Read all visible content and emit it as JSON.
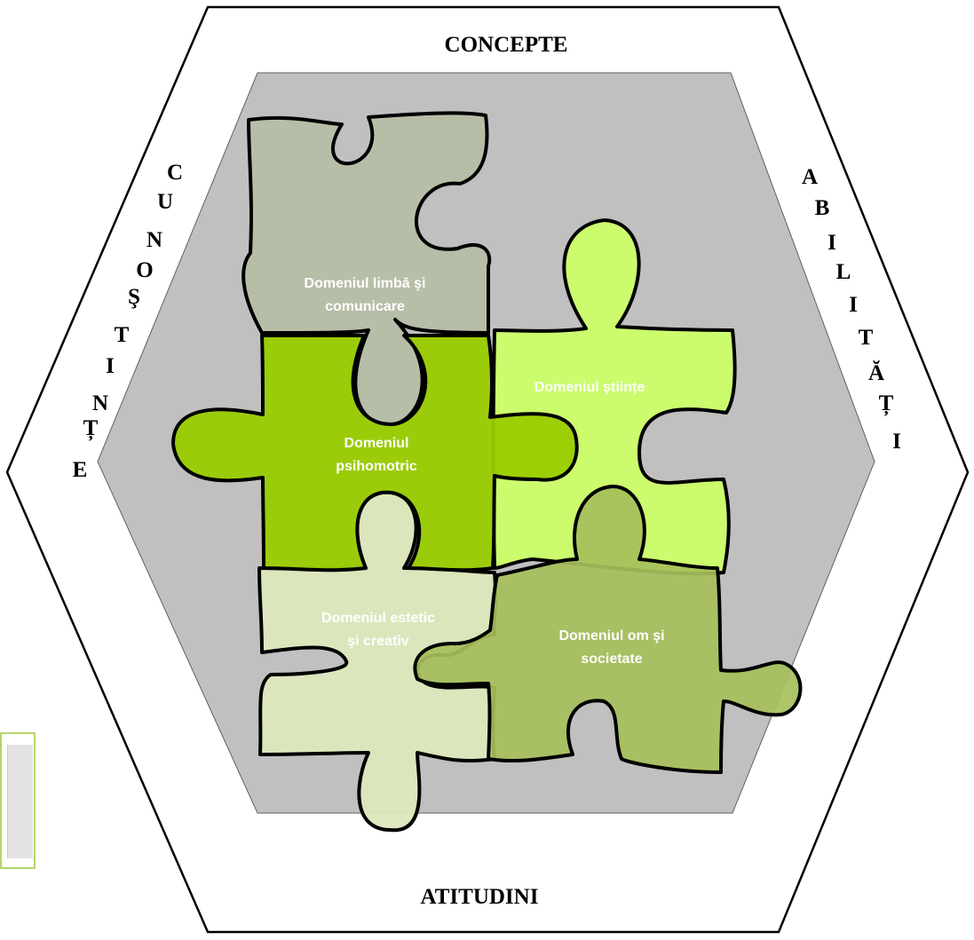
{
  "labels": {
    "top": "CONCEPTE",
    "bottom": "ATITUDINI",
    "left": [
      "C",
      "U",
      "N",
      "O",
      "Ş",
      "T",
      "I",
      "N",
      "Ț",
      "E"
    ],
    "right": [
      "A",
      "B",
      "I",
      "L",
      "I",
      "T",
      "Ă",
      "Ț",
      "I"
    ]
  },
  "pieces": {
    "limba": {
      "line1": "Domeniul limbă şi",
      "line2": "comunicare"
    },
    "psihomotric": {
      "line1": "Domeniul",
      "line2": "psihomotric"
    },
    "stiinte": {
      "line1": "Domeniul ştiințe"
    },
    "estetic": {
      "line1": "Domeniul estetic",
      "line2": "şi creativ"
    },
    "om": {
      "line1": "Domeniul om şi",
      "line2": "societate"
    }
  },
  "colors": {
    "inner_hexagon": "#c0c0c0",
    "limba": "#b6bea7",
    "psihomotric": "#99cc00",
    "stiinte": "#ccff66",
    "estetic": "#dce8bc",
    "om": "#a6bf5b",
    "side_box_border": "#b5d56a"
  }
}
